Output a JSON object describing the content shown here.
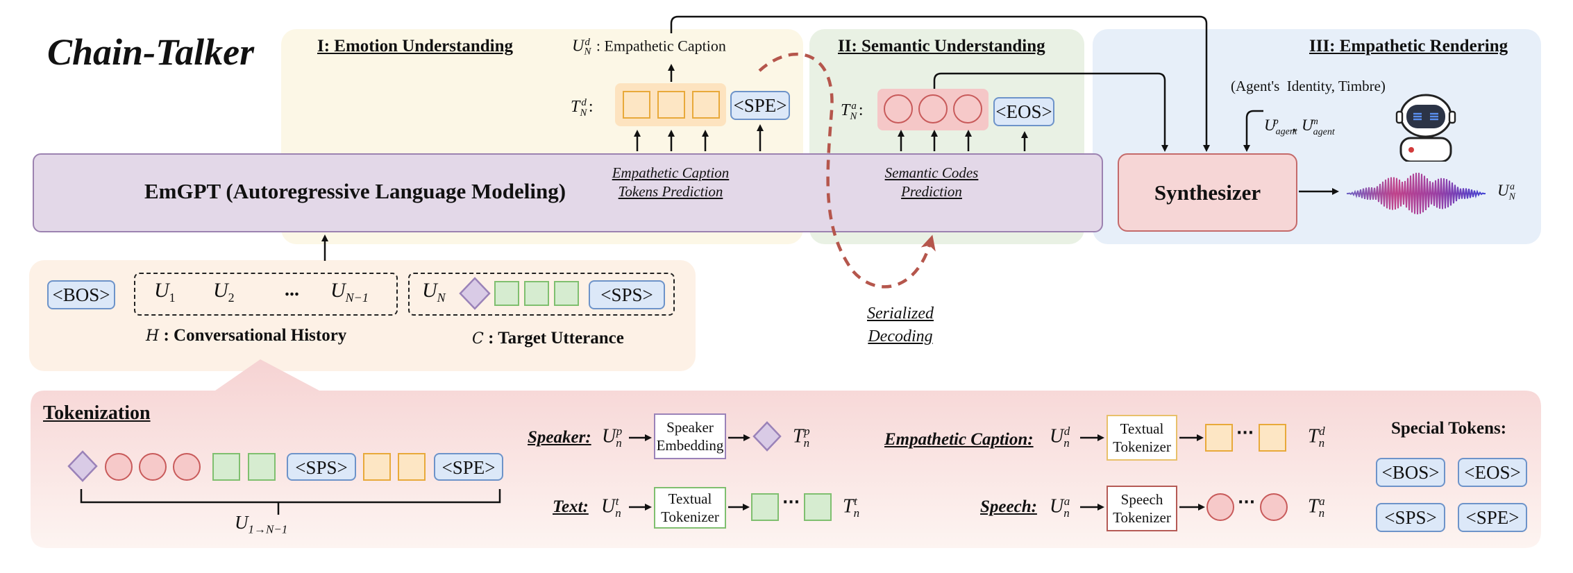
{
  "title": "Chain-Talker",
  "stages": {
    "s1": "I: Emotion Understanding",
    "s2": "II: Semantic Understanding",
    "s3": "III: Empathetic Rendering"
  },
  "emgpt_label": "EmGPT (Autoregressive Language Modeling)",
  "synth_label": "Synthesizer",
  "empathetic_caption": "Empathetic Caption",
  "ecap_pred_line1": "Empathetic Caption",
  "ecap_pred_line2": "Tokens Prediction",
  "scode_pred_line1": "Semantic Codes",
  "scode_pred_line2": "Prediction",
  "serialized_line1": "Serialized",
  "serialized_line2": "Decoding",
  "agent_identity": "(Agent's  Identity, Timbre)",
  "tokens": {
    "bos": "<BOS>",
    "eos": "<EOS>",
    "sps": "<SPS>",
    "spe": "<SPE>"
  },
  "history_label": ": Conversational History",
  "target_label": ": Target Utterance",
  "history_symbol": "H",
  "target_symbol": "C",
  "ellipsis": "...",
  "tokenization": {
    "title": "Tokenization",
    "speaker_label": "Speaker:",
    "text_label": "Text:",
    "ecap_label": "Empathetic Caption:",
    "speech_label": "Speech:",
    "speaker_box_line1": "Speaker",
    "speaker_box_line2": "Embedding",
    "textual_box_line1": "Textual",
    "textual_box_line2": "Tokenizer",
    "speech_box_line1": "Speech",
    "speech_box_line2": "Tokenizer",
    "special_tokens_title": "Special Tokens:",
    "dots": "···"
  },
  "colors": {
    "emotion_panel": "#fcf7e6",
    "semantic_panel": "#e9f1e4",
    "render_panel": "#e7eff9",
    "emgpt_fill": "#e3d8e8",
    "emgpt_border": "#9c82b0",
    "synth_fill": "#f6d6d6",
    "synth_border": "#c46a6a",
    "caption_token": "#e8a93a",
    "text_token": "#7fbf6f",
    "speech_token": "#c85a5a",
    "special_token": "#6d93c9",
    "speaker_token": "#a28bc0",
    "serialized_arrow": "#b5564c"
  }
}
